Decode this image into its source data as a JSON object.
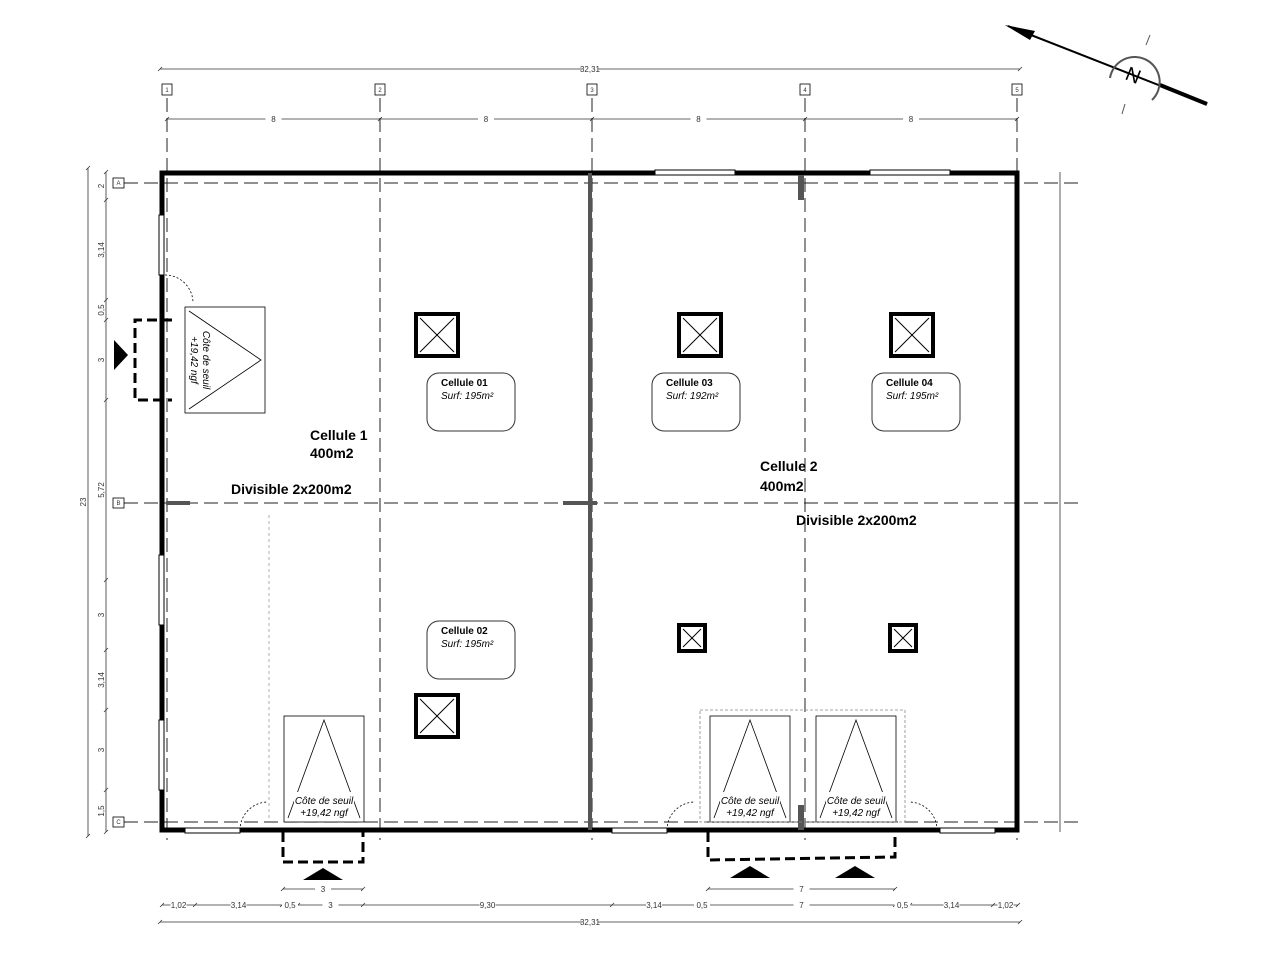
{
  "plan": {
    "north_label": "N",
    "grid_columns": [
      "1",
      "2",
      "3",
      "4",
      "5"
    ],
    "grid_rows": [
      "A",
      "B",
      "C"
    ],
    "top_total": "32,31",
    "top_spans": [
      "8",
      "8",
      "8",
      "8"
    ],
    "bottom_spans": [
      "1,02",
      "3,14",
      "0,5",
      "3",
      "9,30",
      "3,14",
      "0,5",
      "7",
      "0,5",
      "3,14",
      "1,02"
    ],
    "bottom_total": "32,31",
    "door_width_left": "3",
    "door_width_right": "7",
    "left_spans": [
      "2",
      "3,14",
      "0,5",
      "3",
      "5,72",
      "3",
      "3,14",
      "3",
      "1,5"
    ],
    "left_total": "23",
    "cell1": {
      "title": "Cellule 1",
      "area": "400m2",
      "note": "Divisible 2x200m2"
    },
    "cell2": {
      "title": "Cellule 2",
      "area": "400m2",
      "note": "Divisible 2x200m2"
    },
    "rooms": [
      {
        "name": "Cellule 01",
        "surf": "Surf: 195m²"
      },
      {
        "name": "Cellule 02",
        "surf": "Surf: 195m²"
      },
      {
        "name": "Cellule 03",
        "surf": "Surf: 192m²"
      },
      {
        "name": "Cellule 04",
        "surf": "Surf: 195m²"
      }
    ],
    "threshold": {
      "line1": "Côte de seuil",
      "line2": "+19,42 ngf"
    }
  }
}
